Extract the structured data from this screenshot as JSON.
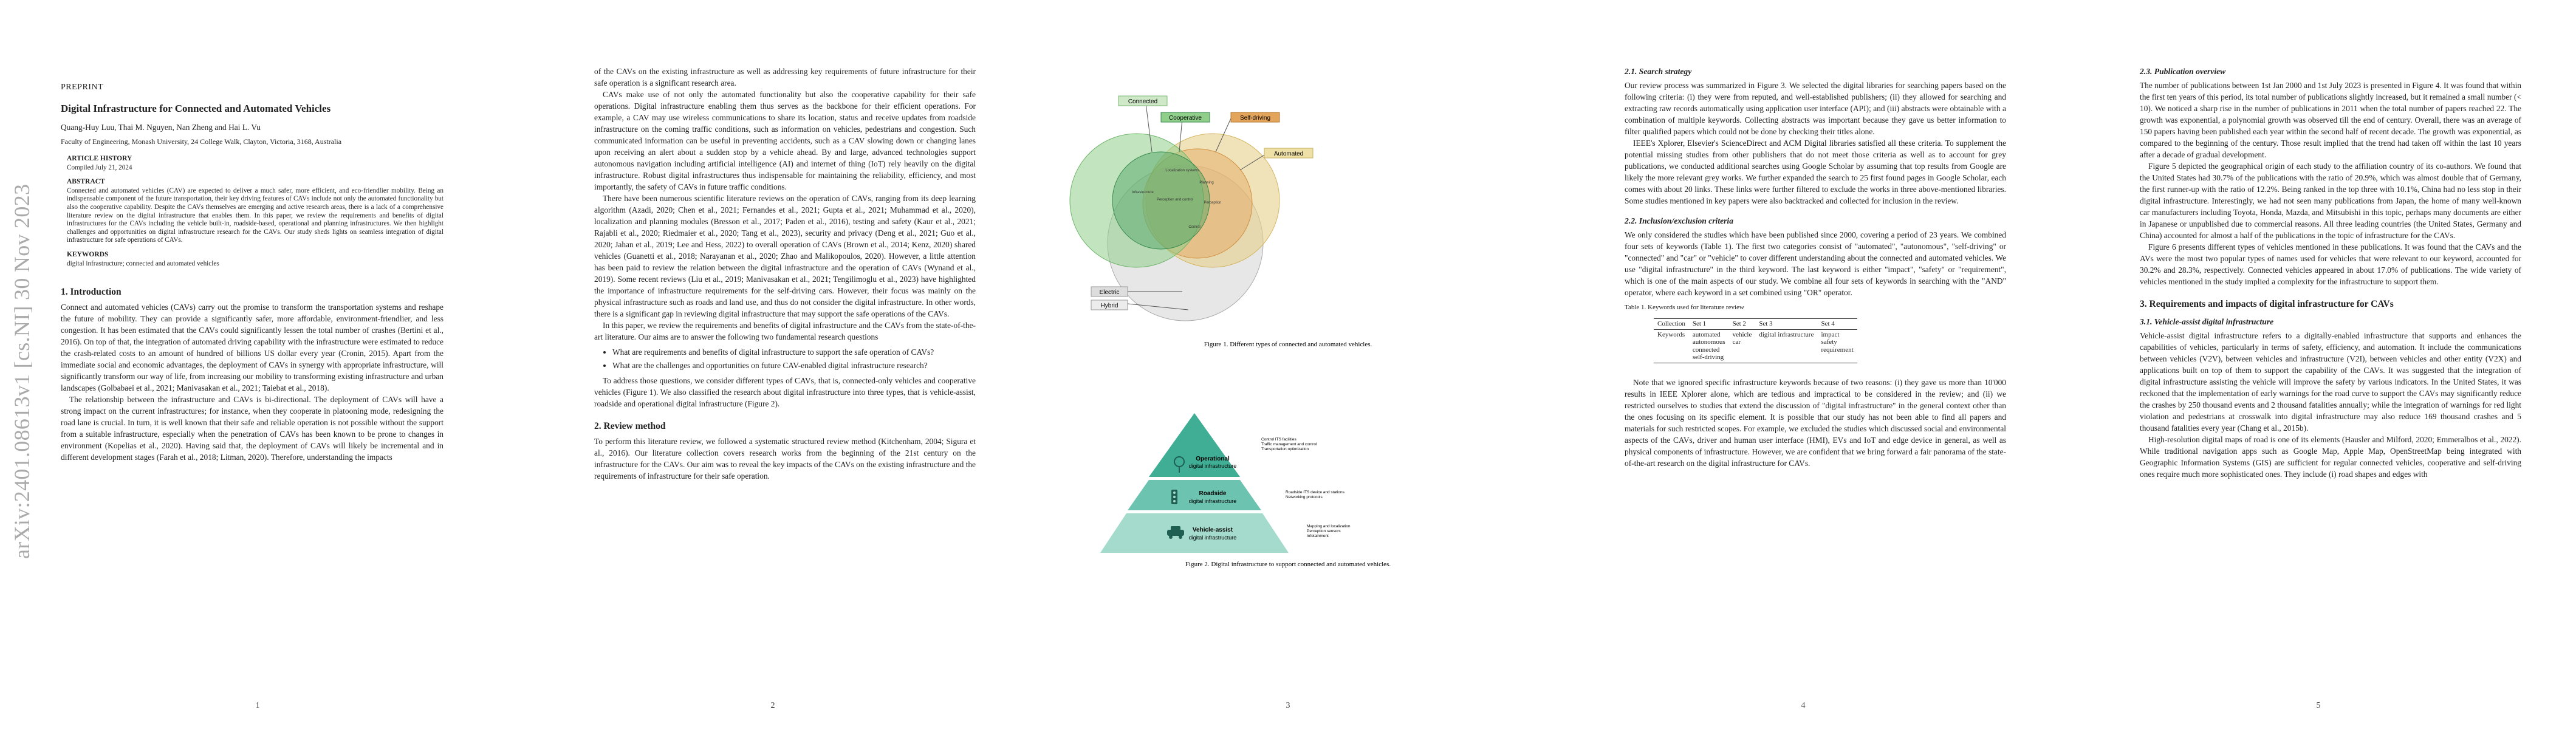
{
  "sidebar": {
    "arxiv_id": "arXiv:2401.08613v1 [cs.NI] 30 Nov 2023"
  },
  "page1": {
    "preprint": "PREPRINT",
    "title": "Digital Infrastructure for Connected and Automated Vehicles",
    "authors": "Quang-Huy Luu, Thai M. Nguyen, Nan Zheng and Hai L. Vu",
    "affiliation": "Faculty of Engineering, Monash University, 24 College Walk, Clayton, Victoria, 3168, Australia",
    "history_head": "ARTICLE HISTORY",
    "history": "Compiled July 21, 2024",
    "abstract_head": "ABSTRACT",
    "abstract": "Connected and automated vehicles (CAV) are expected to deliver a much safer, more efficient, and eco-friendlier mobility. Being an indispensable component of the future transportation, their key driving features of CAVs include not only the automated functionality but also the cooperative capability. Despite the CAVs themselves are emerging and active research areas, there is a lack of a comprehensive literature review on the digital infrastructure that enables them. In this paper, we review the requirements and benefits of digital infrastructures for the CAVs including the vehicle built-in, roadside-based, operational and planning infrastructures. We then highlight challenges and opportunities on digital infrastructure research for the CAVs. Our study sheds lights on seamless integration of digital infrastructure for safe operations of CAVs.",
    "keywords_head": "KEYWORDS",
    "keywords": "digital infrastructure; connected and automated vehicles",
    "intro_head": "1.  Introduction",
    "intro_p1": "Connect and automated vehicles (CAVs) carry out the promise to transform the transportation systems and reshape the future of mobility. They can provide a significantly safer, more affordable, environment-friendlier, and less congestion. It has been estimated that the CAVs could significantly lessen the total number of crashes (Bertini et al., 2016). On top of that, the integration of automated driving capability with the infrastructure were estimated to reduce the crash-related costs to an amount of hundred of billions US dollar every year (Cronin, 2015). Apart from the immediate social and economic advantages, the deployment of CAVs in synergy with appropriate infrastructure, will significantly transform our way of life, from increasing our mobility to transforming existing infrastructure and urban landscapes (Golbabaei et al., 2021; Manivasakan et al., 2021; Taiebat et al., 2018).",
    "intro_p2": "The relationship between the infrastructure and CAVs is bi-directional. The deployment of CAVs will have a strong impact on the current infrastructures; for instance, when they cooperate in platooning mode, redesigning the road lane is crucial. In turn, it is well known that their safe and reliable operation is not possible without the support from a suitable infrastructure, especially when the penetration of CAVs has been known to be prone to changes in environment (Kopelias et al., 2020). Having said that, the deployment of CAVs will likely be incremental and in different development stages (Farah et al., 2018; Litman, 2020). Therefore, understanding the impacts",
    "page_num": "1"
  },
  "page2": {
    "p_cont": "of the CAVs on the existing infrastructure as well as addressing key requirements of future infrastructure for their safe operation is a significant research area.",
    "p1": "CAVs make use of not only the automated functionality but also the cooperative capability for their safe operations. Digital infrastructure enabling them thus serves as the backbone for their efficient operations. For example, a CAV may use wireless communications to share its location, status and receive updates from roadside infrastructure on the coming traffic conditions, such as information on vehicles, pedestrians and congestion. Such communicated information can be useful in preventing accidents, such as a CAV slowing down or changing lanes upon receiving an alert about a sudden stop by a vehicle ahead. By and large, advanced technologies support autonomous navigation including artificial intelligence (AI) and internet of thing (IoT) rely heavily on the digital infrastructure. Robust digital infrastructures thus indispensable for maintaining the reliability, efficiency, and most importantly, the safety of CAVs in future traffic conditions.",
    "p2": "There have been numerous scientific literature reviews on the operation of CAVs, ranging from its deep learning algorithm (Azadi, 2020; Chen et al., 2021; Fernandes et al., 2021; Gupta et al., 2021; Muhammad et al., 2020), localization and planning modules (Bresson et al., 2017; Paden et al., 2016), testing and safety (Kaur et al., 2021; Rajabli et al., 2020; Riedmaier et al., 2020; Tang et al., 2023), security and privacy (Deng et al., 2021; Guo et al., 2020; Jahan et al., 2019; Lee and Hess, 2022) to overall operation of CAVs (Brown et al., 2014; Kenz, 2020) shared vehicles (Guanetti et al., 2018; Narayanan et al., 2020; Zhao and Malikopoulos, 2020). However, a little attention has been paid to review the relation between the digital infrastructure and the operation of CAVs (Wynand et al., 2019). Some recent reviews (Liu et al., 2019; Manivasakan et al., 2021; Tengilimoglu et al., 2023) have highlighted the importance of infrastructure requirements for the self-driving cars. However, their focus was mainly on the physical infrastructure such as roads and land use, and thus do not consider the digital infrastructure. In other words, there is a significant gap in reviewing digital infrastructure that may support the safe operations of the CAVs.",
    "p3": "In this paper, we review the requirements and benefits of digital infrastructure and the CAVs from the state-of-the-art literature. Our aims are to answer the following two fundamental research questions",
    "q1": "What are requirements and benefits of digital infrastructure to support the safe operation of CAVs?",
    "q2": "What are the challenges and opportunities on future CAV-enabled digital infrastructure research?",
    "p4": "To address those questions, we consider different types of CAVs, that is, connected-only vehicles and cooperative vehicles (Figure 1). We also classified the research about digital infrastructure into three types, that is vehicle-assist, roadside and operational digital infrastructure (Figure 2).",
    "review_head": "2.  Review method",
    "review_p": "To perform this literature review, we followed a systematic structured review method (Kitchenham, 2004; Sigura et al., 2016). Our literature collection covers research works from the beginning of the 21st century on the infrastructure for the CAVs. Our aim was to reveal the key impacts of the CAVs on the existing infrastructure and the requirements of infrastructure for their safe operation.",
    "page_num": "2"
  },
  "page3": {
    "venn": {
      "connected": "Connected",
      "cooperative": "Cooperative",
      "self_driving": "Self-driving",
      "automated": "Automated",
      "electric": "Electric",
      "hybrid": "Hybrid",
      "inner_1": "Localization systems",
      "inner_2": "Planning",
      "inner_3": "Perception",
      "inner_4": "Infrastructure",
      "inner_5": "Perception and control",
      "inner_6": "Control",
      "colors": {
        "connected": "#8fcf8a",
        "cooperative": "#4aa060",
        "self_driving": "#e3a55c",
        "automated": "#e8d08a",
        "electric": "#c9c9c9"
      }
    },
    "fig1_caption": "Figure 1.  Different types of connected and automated vehicles.",
    "pyramid": {
      "top_title": "Operational",
      "top_sub": "digital infrastructure",
      "mid_title": "Roadside",
      "mid_sub": "digital infrastructure",
      "bot_title": "Vehicle-assist",
      "bot_sub": "digital infrastructure",
      "top_note": "Control ITS facilities\nTraffic management and control\nTransportation optimization",
      "mid_note": "Roadside ITS device and stations\nNetworking protocols",
      "bot_note": "Mapping and localization\nPerception sensors\nInfotainment"
    },
    "fig2_caption": "Figure 2.  Digital infrastructure to support connected and automated vehicles.",
    "page_num": "3"
  },
  "page4": {
    "search_head": "2.1.  Search strategy",
    "search_p1": "Our review process was summarized in Figure 3. We selected the digital libraries for searching papers based on the following criteria: (i) they were from reputed, and well-established publishers; (ii) they allowed for searching and extracting raw records automatically using application user interface (API); and (iii) abstracts were obtainable with a combination of multiple keywords. Collecting abstracts was important because they gave us better information to filter qualified papers which could not be done by checking their titles alone.",
    "search_p2": "IEEE's Xplorer, Elsevier's ScienceDirect and ACM Digital libraries satisfied all these criteria. To supplement the potential missing studies from other publishers that do not meet those criteria as well as to account for grey publications, we conducted additional searches using Google Scholar by assuming that top results from Google are likely the more relevant grey works. We further expanded the search to 25 first found pages in Google Scholar, each comes with about 20 links. These links were further filtered to exclude the works in three above-mentioned libraries. Some studies mentioned in key papers were also backtracked and collected for inclusion in the review.",
    "incl_head": "2.2.  Inclusion/exclusion criteria",
    "incl_p1": "We only considered the studies which have been published since 2000, covering a period of 23 years. We combined four sets of keywords (Table 1). The first two categories consist of \"automated\", \"autonomous\", \"self-driving\" or \"connected\" and \"car\" or \"vehicle\" to cover different understanding about the connected and automated vehicles. We use \"digital infrastructure\" in the third keyword. The last keyword is either \"impact\", \"safety\" or \"requirement\", which is one of the main aspects of our study. We combine all four sets of keywords in searching with the \"AND\" operator, where each keyword in a set combined using \"OR\" operator.",
    "table_caption": "Table 1.  Keywords used for literature review",
    "table": {
      "headers": [
        "Collection",
        "Set 1",
        "Set 2",
        "Set 3",
        "Set 4"
      ],
      "row_label": "Keywords",
      "set1": "automated\nautonomous\nconnected\nself-driving",
      "set2": "vehicle\ncar",
      "set3": "digital infrastructure",
      "set4": "impact\nsafety\nrequirement"
    },
    "incl_p2": "Note that we ignored specific infrastructure keywords because of two reasons: (i) they gave us more than 10'000 results in IEEE Xplorer alone, which are tedious and impractical to be considered in the review; and (ii) we restricted ourselves to studies that extend the discussion of \"digital infrastructure\" in the general context other than the ones focusing on its specific element. It is possible that our study has not been able to find all papers and materials for such restricted scopes. For example, we excluded the studies which discussed social and environmental aspects of the CAVs, driver and human user interface (HMI), EVs and IoT and edge device in general, as well as physical components of infrastructure. However, we are confident that we bring forward a fair panorama of the state-of-the-art research on the digital infrastructure for CAVs.",
    "page_num": "4"
  },
  "page5": {
    "pub_head": "2.3.  Publication overview",
    "pub_p1": "The number of publications between 1st Jan 2000 and 1st July 2023 is presented in Figure 4. It was found that within the first ten years of this period, its total number of publications slightly increased, but it remained a small number (< 10). We noticed a sharp rise in the number of publications in 2011 when the total number of papers reached 22. The growth was exponential, a polynomial growth was observed till the end of century. Overall, there was an average of 150 papers having been published each year within the second half of recent decade. The growth was exponential, as compared to the beginning of the century. Those result implied that the trend had taken off within the last 10 years after a decade of gradual development.",
    "pub_p2": "Figure 5 depicted the geographical origin of each study to the affiliation country of its co-authors. We found that the United States had 30.7% of the publications with the ratio of 20.9%, which was almost double that of Germany, the first runner-up with the ratio of 12.2%. Being ranked in the top three with 10.1%, China had no less stop in their digital infrastructure. Interestingly, we had not seen many publications from Japan, the home of many well-known car manufacturers including Toyota, Honda, Mazda, and Mitsubishi in this topic, perhaps many documents are either in Japanese or unpublished due to commercial reasons. All three leading countries (the United States, Germany and China) accounted for almost a half of the publications in the topic of infrastructure for the CAVs.",
    "pub_p3": "Figure 6 presents different types of vehicles mentioned in these publications. It was found that the CAVs and the AVs were the most two popular types of names used for vehicles that were relevant to our keyword, accounted for 30.2% and 28.3%, respectively. Connected vehicles appeared in about 17.0% of publications. The wide variety of vehicles mentioned in the study implied a complexity for the infrastructure to support them.",
    "req_head": "3.  Requirements and impacts of digital infrastructure for CAVs",
    "va_head": "3.1.  Vehicle-assist digital infrastructure",
    "va_p1": "Vehicle-assist digital infrastructure refers to a digitally-enabled infrastructure that supports and enhances the capabilities of vehicles, particularly in terms of safety, efficiency, and automation. It include the communications between vehicles (V2V), between vehicles and infrastructure (V2I), between vehicles and other entity (V2X) and applications built on top of them to support the capability of the CAVs. It was suggested that the integration of digital infrastructure assisting the vehicle will improve the safety by various indicators. In the United States, it was reckoned that the implementation of early warnings for the road curve to support the CAVs may significantly reduce the crashes by 250 thousand events and 2 thousand fatalities annually; while the integration of warnings for red light violation and pedestrians at crosswalk into digital infrastructure may also reduce 169 thousand crashes and 5 thousand fatalities every year (Chang et al., 2015b).",
    "va_p2": "High-resolution digital maps of road is one of its elements (Hausler and Milford, 2020; Emmeralbos et al., 2022). While traditional navigation apps such as Google Map, Apple Map, OpenStreetMap being integrated with Geographic Information Systems (GIS) are sufficient for regular connected vehicles, cooperative and self-driving ones require much more sophisticated ones. They include (i) road shapes and edges with",
    "page_num": "5"
  }
}
